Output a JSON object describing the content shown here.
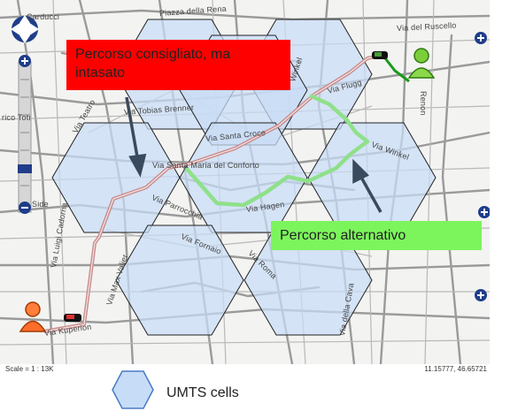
{
  "map": {
    "streets": [
      "Carducci",
      "Piazza della Rena",
      "Via del Ruscello",
      "Renon",
      "Via Flugg",
      "Via Winkel",
      "Via Tobias Brenner",
      "Via Santa Croce",
      "Via Santa Maria del Conforto",
      "Via Parrocchia",
      "Via Hagen",
      "Via Fornaio",
      "Via Roma",
      "Via Luigi Cadorna",
      "Via Max Valier",
      "Via Kuperion",
      "Via della Cava",
      "Via Teatro",
      "rico Toti",
      "Winkel",
      "Side"
    ],
    "scale": "Scale = 1 : 13K",
    "coordinates": "11.15777, 46.65721"
  },
  "callouts": {
    "congested": "Percorso consigliato, ma intasato",
    "alternative": "Percorso alternativo"
  },
  "legend": {
    "label": "UMTS cells"
  },
  "colors": {
    "cell_fill": "#c7dcf7",
    "cell_stroke": "#222222",
    "congested_route": "#c88a8a",
    "alternative_route": "#8fe08a",
    "callout_red": "#ff0000",
    "callout_green": "#7cf55c",
    "arrow": "#3a4a5e",
    "nav_control": "#1f3d8a"
  },
  "controls": {
    "pan": "pan-control",
    "zoom_in": "+",
    "zoom_out": "−",
    "side_buttons": [
      "+",
      "+",
      "+"
    ]
  }
}
